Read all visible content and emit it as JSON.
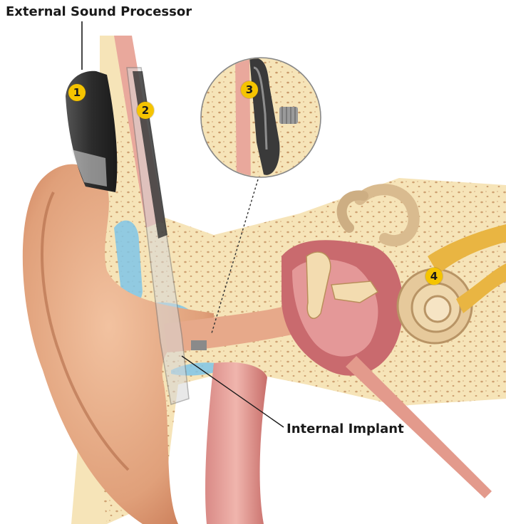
{
  "labels": {
    "external": "External Sound Processor",
    "internal": "Internal Implant"
  },
  "markers": [
    "1",
    "2",
    "3",
    "4"
  ],
  "colors": {
    "marker": "#f5c400",
    "bone": "#f6e4b8",
    "skin": "#e3a47f",
    "fluid": "#7fc6e8",
    "device": "#3b3b3b",
    "nerve": "#e9b542"
  }
}
